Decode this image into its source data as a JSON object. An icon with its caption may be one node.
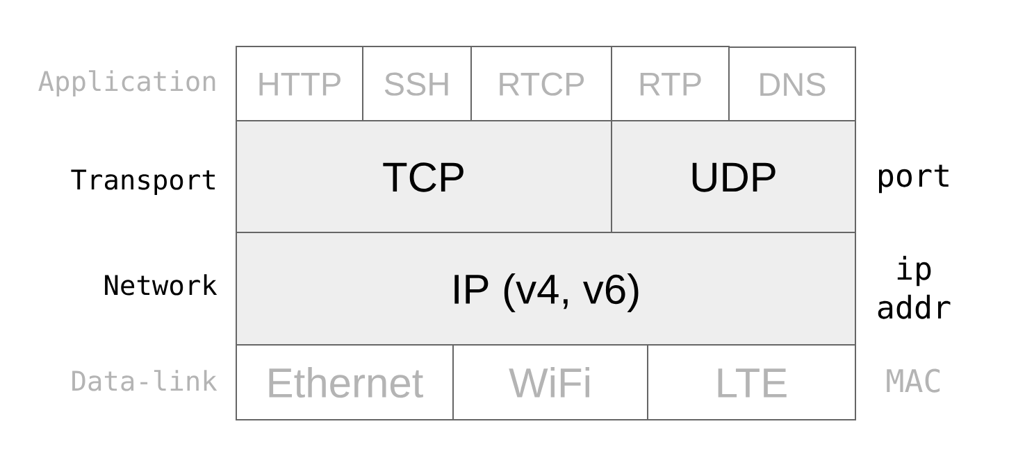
{
  "diagram": {
    "nodes": [
      {
        "text": [
          "HTTP"
        ]
      },
      {
        "text": [
          "SSH"
        ]
      },
      {
        "text": [
          "RTCP"
        ]
      },
      {
        "text": [
          "RTP"
        ]
      },
      {
        "text": [
          "DNS"
        ]
      },
      {
        "text": [
          "TCP"
        ]
      },
      {
        "text": [
          "UDP"
        ]
      },
      {
        "text": [
          "IP (v4, v6)"
        ]
      },
      {
        "text": [
          "Ethernet"
        ]
      },
      {
        "text": [
          "WiFi"
        ]
      },
      {
        "text": [
          "LTE"
        ]
      }
    ],
    "labels": [
      "Application",
      "Transport",
      "port",
      "Network",
      "ip addr",
      "Data-link",
      "MAC"
    ]
  }
}
